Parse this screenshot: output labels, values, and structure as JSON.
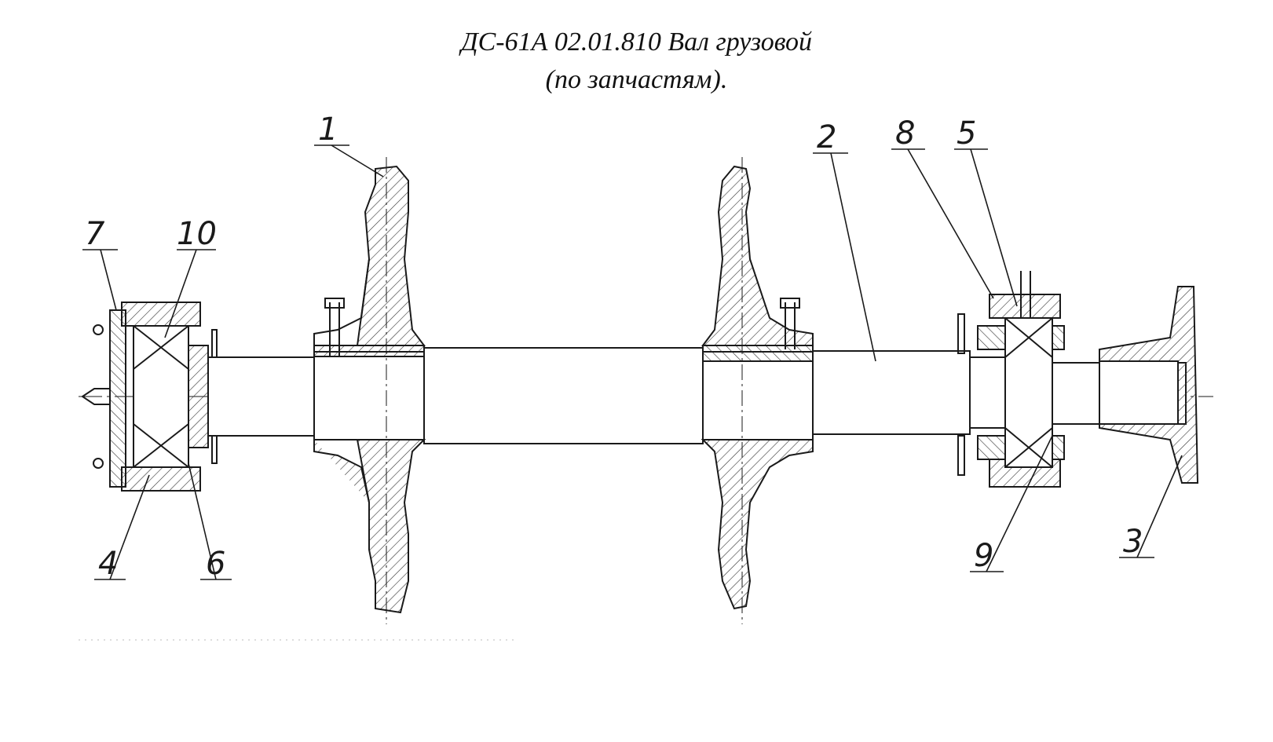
{
  "title": {
    "line1": "ДС-61А 02.01.810 Вал грузовой",
    "line2": "(по запчастям)."
  },
  "callouts": [
    {
      "id": "1",
      "label": "1"
    },
    {
      "id": "2",
      "label": "2"
    },
    {
      "id": "3",
      "label": "3"
    },
    {
      "id": "4",
      "label": "4"
    },
    {
      "id": "5",
      "label": "5"
    },
    {
      "id": "6",
      "label": "6"
    },
    {
      "id": "7",
      "label": "7"
    },
    {
      "id": "8",
      "label": "8"
    },
    {
      "id": "9",
      "label": "9"
    },
    {
      "id": "10",
      "label": "10"
    }
  ],
  "colors": {
    "ink": "#1a1a1a",
    "paper": "#ffffff"
  }
}
